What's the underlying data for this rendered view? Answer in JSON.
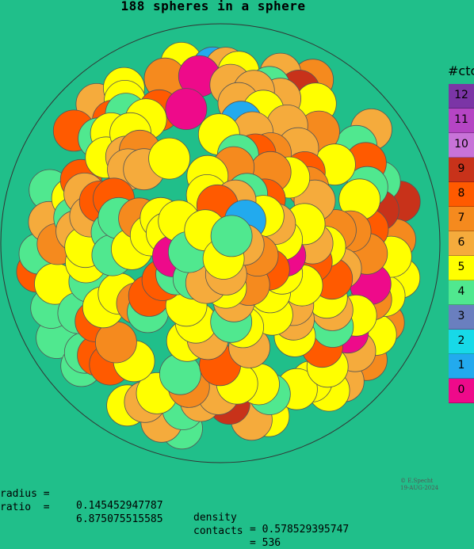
{
  "title": "188 spheres in a sphere",
  "legend": {
    "title": "#ctc",
    "items": [
      {
        "label": "12",
        "color": "#7b35a6"
      },
      {
        "label": "11",
        "color": "#b545c4"
      },
      {
        "label": "10",
        "color": "#c873d8"
      },
      {
        "label": "9",
        "color": "#c8321a"
      },
      {
        "label": "8",
        "color": "#ff5a00"
      },
      {
        "label": "7",
        "color": "#f58a1e"
      },
      {
        "label": "6",
        "color": "#f5ab3c"
      },
      {
        "label": "5",
        "color": "#ffff00"
      },
      {
        "label": "4",
        "color": "#50e88f"
      },
      {
        "label": "3",
        "color": "#6a7fbf"
      },
      {
        "label": "2",
        "color": "#17d9e8"
      },
      {
        "label": "1",
        "color": "#22aaee"
      },
      {
        "label": "0",
        "color": "#ee0a8a"
      }
    ]
  },
  "stats": {
    "radius_label": "radius =",
    "radius_value": "0.145452947787",
    "density_label": "density",
    "density_value": "= 0.578529395747",
    "ratio_label": "ratio  =",
    "ratio_value": "6.875075515585",
    "contacts_label": "contacts",
    "contacts_value": "= 536"
  },
  "credit": {
    "author": "© E.Specht",
    "date": "19-AUG-2024"
  }
}
